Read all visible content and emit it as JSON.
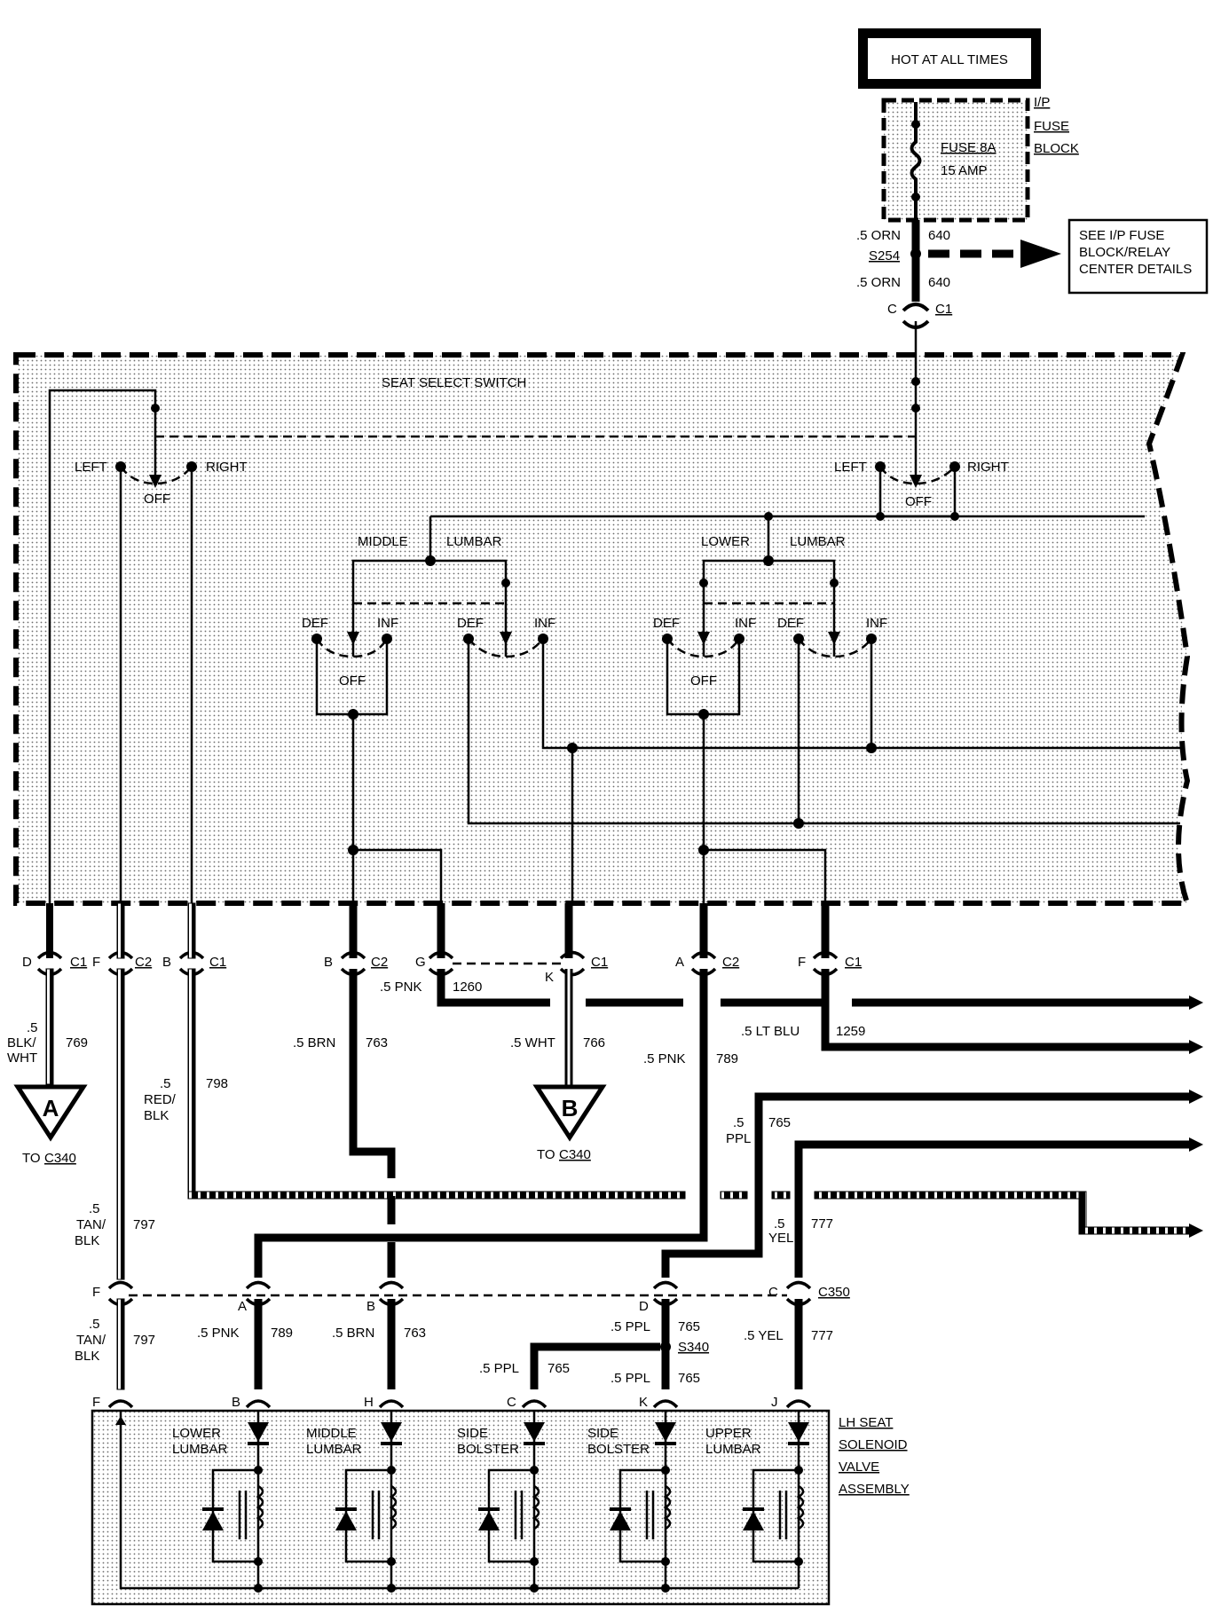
{
  "power": {
    "hot_label": "HOT AT ALL TIMES",
    "fuse_block": [
      "I/P",
      "FUSE",
      "BLOCK"
    ],
    "fuse_name": "FUSE 8A",
    "fuse_rating": "15 AMP",
    "wire_top": {
      "gauge": ".5 ORN",
      "circuit": "640"
    },
    "splice": "S254",
    "wire_bottom": {
      "gauge": ".5 ORN",
      "circuit": "640"
    },
    "see_note": [
      "SEE I/P FUSE",
      "BLOCK/RELAY",
      "CENTER DETAILS"
    ],
    "connector_pin": "C",
    "connector_name": "C1"
  },
  "switch": {
    "title": "SEAT SELECT SWITCH",
    "left_group": {
      "left": "LEFT",
      "right": "RIGHT",
      "off": "OFF"
    },
    "right_group": {
      "left": "LEFT",
      "right": "RIGHT",
      "off": "OFF"
    },
    "middle_lumbar": [
      "MIDDLE",
      "LUMBAR"
    ],
    "lower_lumbar": [
      "LOWER",
      "LUMBAR"
    ],
    "def": "DEF",
    "inf": "INF",
    "off": "OFF"
  },
  "switch_connectors": [
    {
      "pin": "D",
      "conn": "C1"
    },
    {
      "pin": "F",
      "conn": "C2"
    },
    {
      "pin": "B",
      "conn": "C1"
    },
    {
      "pin": "B",
      "conn": "C2"
    },
    {
      "pin": "G",
      "conn": ""
    },
    {
      "pin": "K",
      "conn": "C1"
    },
    {
      "pin": "A",
      "conn": "C2"
    },
    {
      "pin": "F",
      "conn": "C1"
    }
  ],
  "wires": {
    "blk_wht": {
      "gauge": ".5",
      "color": [
        "BLK/",
        "WHT"
      ],
      "circuit": "769"
    },
    "red_blk": {
      "gauge": ".5",
      "color": [
        "RED/",
        "BLK"
      ],
      "circuit": "798"
    },
    "brn": {
      "gauge": ".5 BRN",
      "circuit": "763"
    },
    "pnk_1260": {
      "gauge": ".5 PNK",
      "circuit": "1260"
    },
    "wht": {
      "gauge": ".5 WHT",
      "circuit": "766"
    },
    "pnk_789": {
      "gauge": ".5 PNK",
      "circuit": "789"
    },
    "lt_blu": {
      "gauge": ".5 LT BLU",
      "circuit": "1259"
    },
    "ppl_765": {
      "gauge": ".5",
      "color": "PPL",
      "circuit": "765"
    },
    "yel_777": {
      "gauge": ".5",
      "color": "YEL",
      "circuit": "777"
    },
    "tan_blk": {
      "gauge": ".5",
      "color": [
        "TAN/",
        "BLK"
      ],
      "circuit": "797"
    }
  },
  "references": {
    "a": {
      "letter": "A",
      "to": "TO",
      "conn": "C340"
    },
    "b": {
      "letter": "B",
      "to": "TO",
      "conn": "C340"
    }
  },
  "c350": {
    "name": "C350",
    "pins": [
      "F",
      "A",
      "B",
      "D",
      "C"
    ]
  },
  "lower_wires": {
    "tan_blk": {
      "gauge": ".5",
      "color": [
        "TAN/",
        "BLK"
      ],
      "circuit": "797"
    },
    "pnk": {
      "gauge": ".5 PNK",
      "circuit": "789"
    },
    "brn": {
      "gauge": ".5 BRN",
      "circuit": "763"
    },
    "ppl_a": {
      "gauge": ".5 PPL",
      "circuit": "765"
    },
    "splice": "S340",
    "ppl_b": {
      "gauge": ".5 PPL",
      "circuit": "765"
    },
    "ppl_c": {
      "gauge": ".5 PPL",
      "circuit": "765"
    },
    "yel": {
      "gauge": ".5 YEL",
      "circuit": "777"
    }
  },
  "solenoid": {
    "title": [
      "LH SEAT",
      "SOLENOID",
      "VALVE",
      "ASSEMBLY"
    ],
    "pins": [
      "F",
      "B",
      "H",
      "C",
      "K",
      "J"
    ],
    "valves": [
      [
        "LOWER",
        "LUMBAR"
      ],
      [
        "MIDDLE",
        "LUMBAR"
      ],
      [
        "SIDE",
        "BOLSTER"
      ],
      [
        "SIDE",
        "BOLSTER"
      ],
      [
        "UPPER",
        "LUMBAR"
      ]
    ]
  }
}
